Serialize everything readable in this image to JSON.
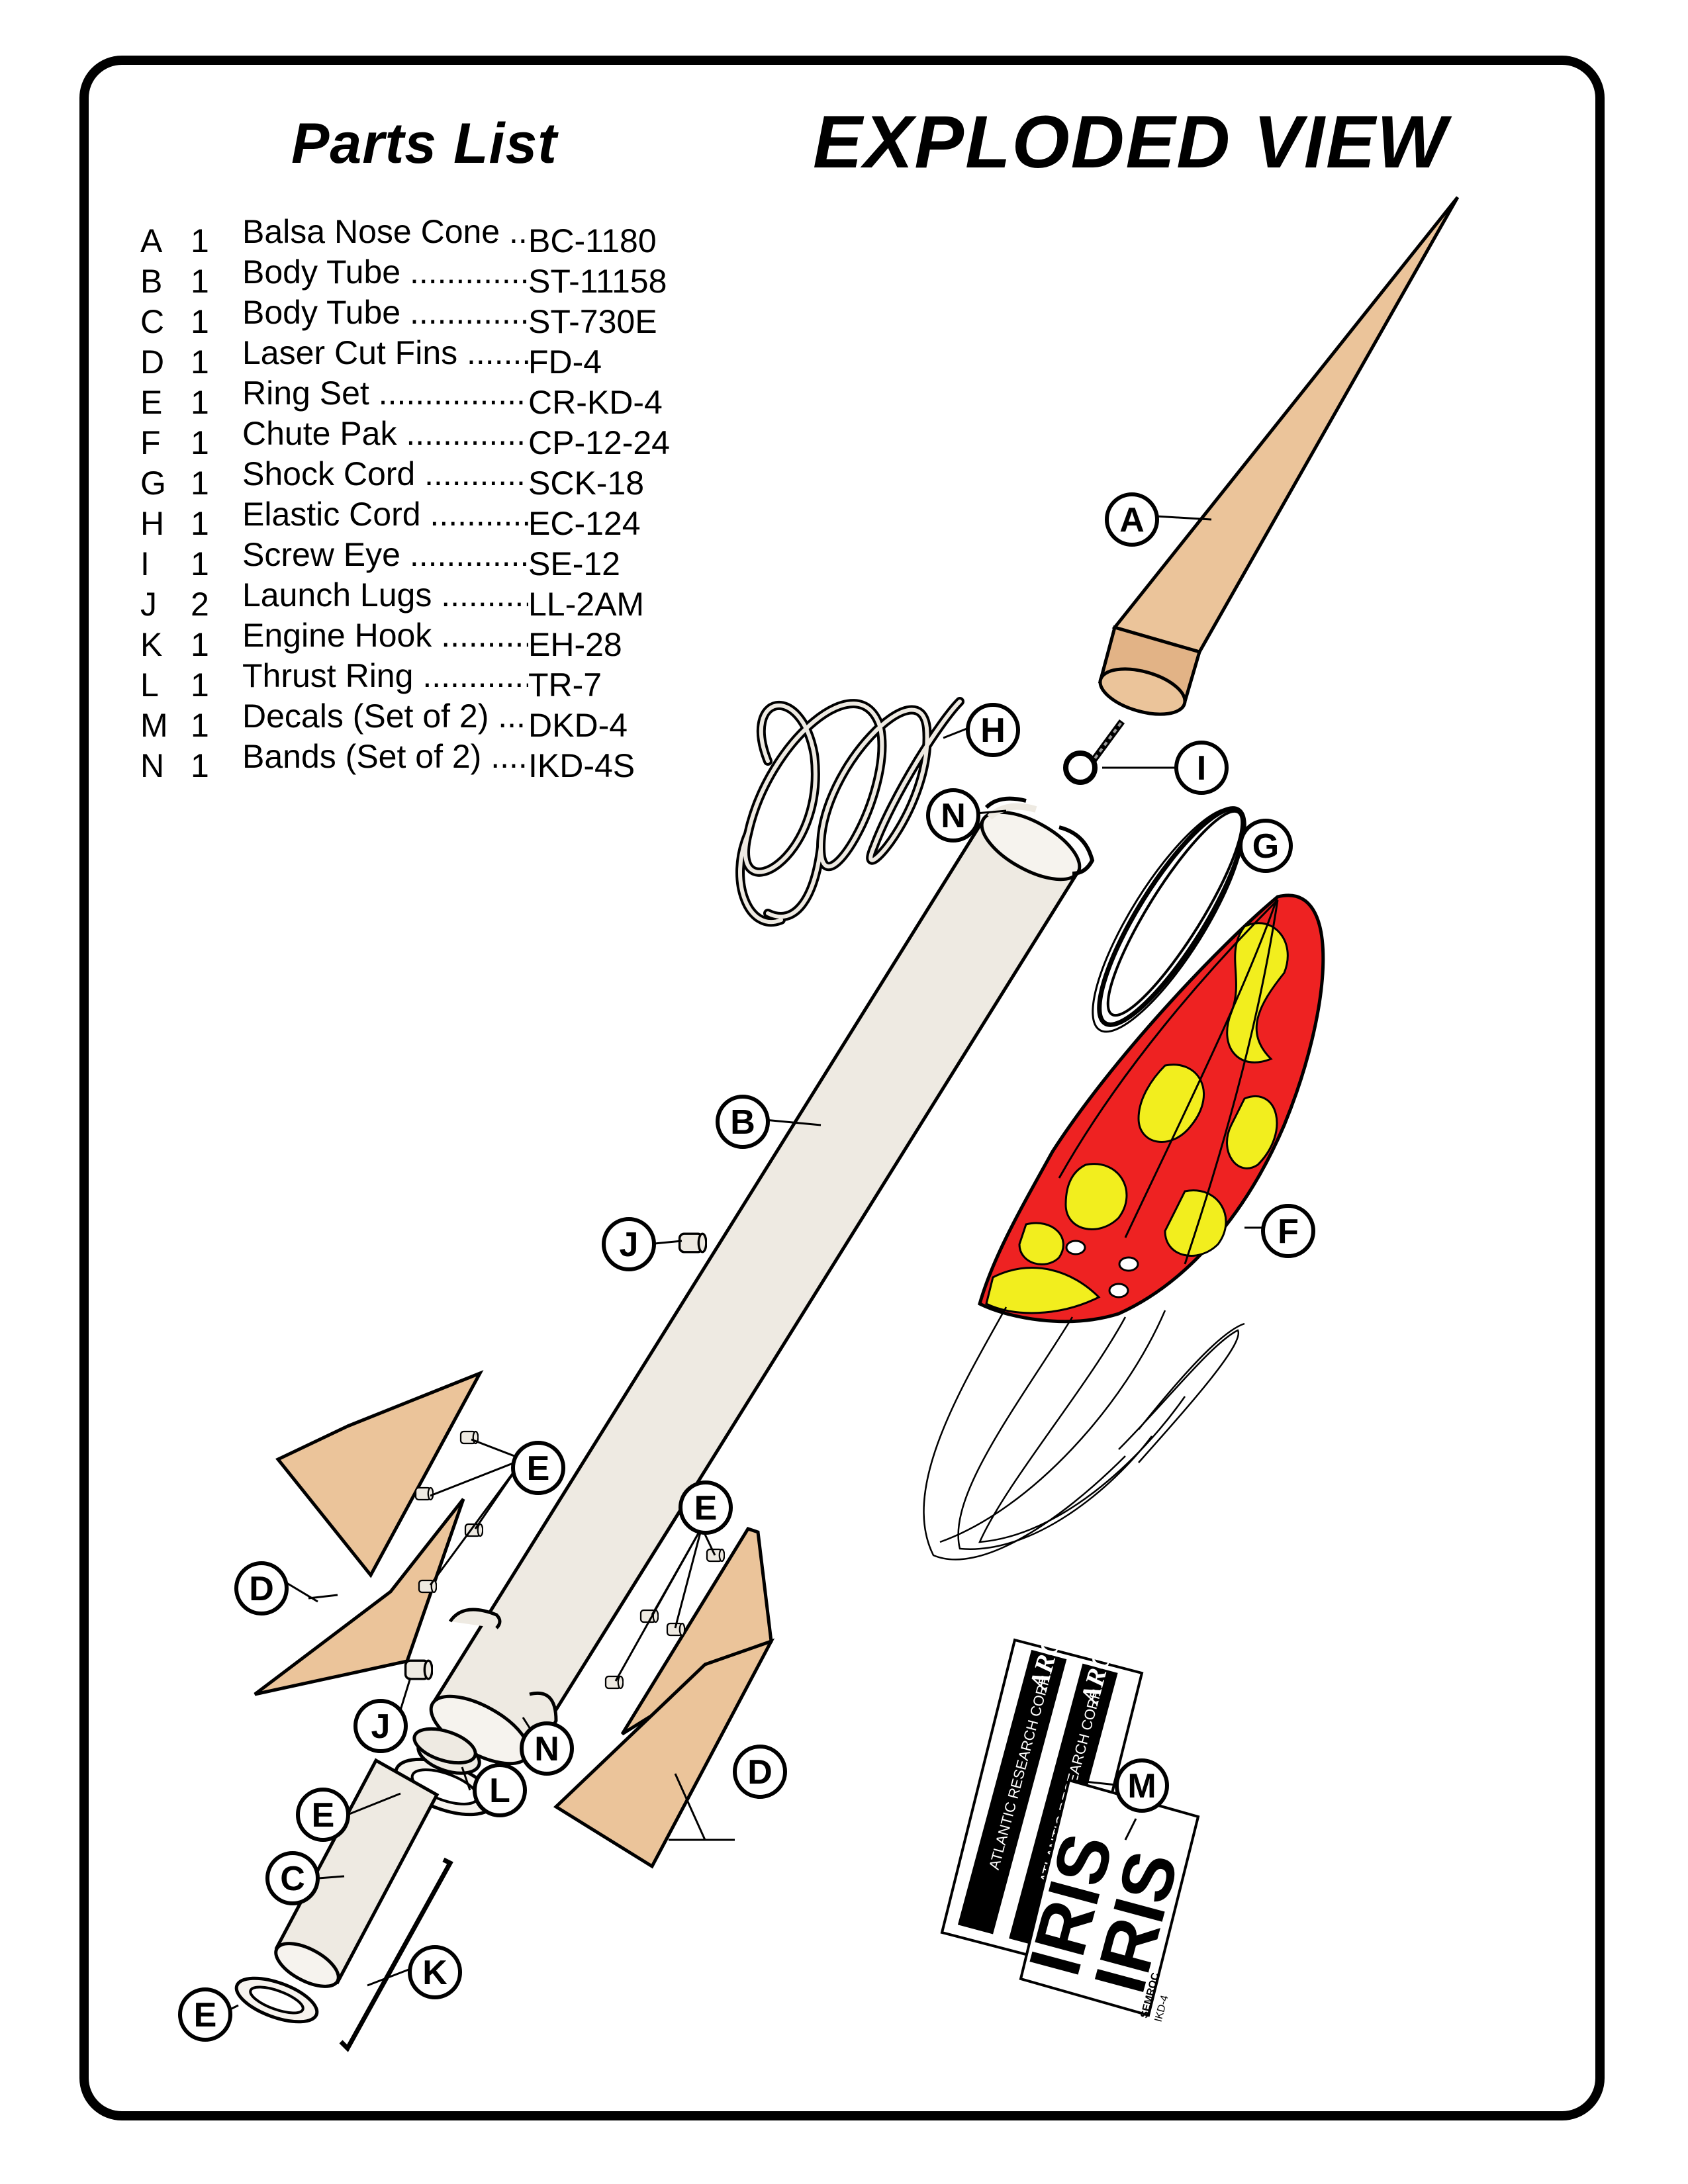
{
  "headings": {
    "parts_list": "Parts List",
    "exploded_view": "EXPLODED VIEW"
  },
  "parts": [
    {
      "letter": "A",
      "qty": "1",
      "name": "Balsa Nose Cone",
      "code": "BC-1180"
    },
    {
      "letter": "B",
      "qty": "1",
      "name": "Body Tube",
      "code": "ST-11158"
    },
    {
      "letter": "C",
      "qty": "1",
      "name": "Body Tube",
      "code": "ST-730E"
    },
    {
      "letter": "D",
      "qty": "1",
      "name": "Laser Cut Fins",
      "code": "FD-4"
    },
    {
      "letter": "E",
      "qty": "1",
      "name": "Ring Set",
      "code": "CR-KD-4"
    },
    {
      "letter": "F",
      "qty": "1",
      "name": "Chute Pak",
      "code": "CP-12-24"
    },
    {
      "letter": "G",
      "qty": "1",
      "name": "Shock Cord",
      "code": "SCK-18"
    },
    {
      "letter": "H",
      "qty": "1",
      "name": "Elastic Cord",
      "code": "EC-124"
    },
    {
      "letter": "I",
      "qty": "1",
      "name": "Screw Eye",
      "code": "SE-12"
    },
    {
      "letter": "J",
      "qty": "2",
      "name": "Launch Lugs",
      "code": "LL-2AM"
    },
    {
      "letter": "K",
      "qty": "1",
      "name": "Engine Hook",
      "code": "EH-28"
    },
    {
      "letter": "L",
      "qty": "1",
      "name": "Thrust Ring",
      "code": "TR-7"
    },
    {
      "letter": "M",
      "qty": "1",
      "name": "Decals (Set of 2)",
      "code": "DKD-4"
    },
    {
      "letter": "N",
      "qty": "1",
      "name": "Bands (Set of 2)",
      "code": "IKD-4S"
    }
  ],
  "callouts": {
    "a": "A",
    "b": "B",
    "c": "C",
    "d": "D",
    "e": "E",
    "f": "F",
    "g": "G",
    "h": "H",
    "i": "I",
    "j": "J",
    "k": "K",
    "l": "L",
    "m": "M",
    "n": "N"
  },
  "decals": {
    "company": "ATLANTIC RESEARCH CORP",
    "logo": "ARC",
    "name": "IRIS",
    "brand": "SEMROC",
    "code": "IKD-4"
  },
  "colors": {
    "balsa": "#EBC49A",
    "tube": "#EEEAE2",
    "chute_red": "#EE2222",
    "chute_yellow": "#F2EE1E",
    "outline": "#000000"
  }
}
